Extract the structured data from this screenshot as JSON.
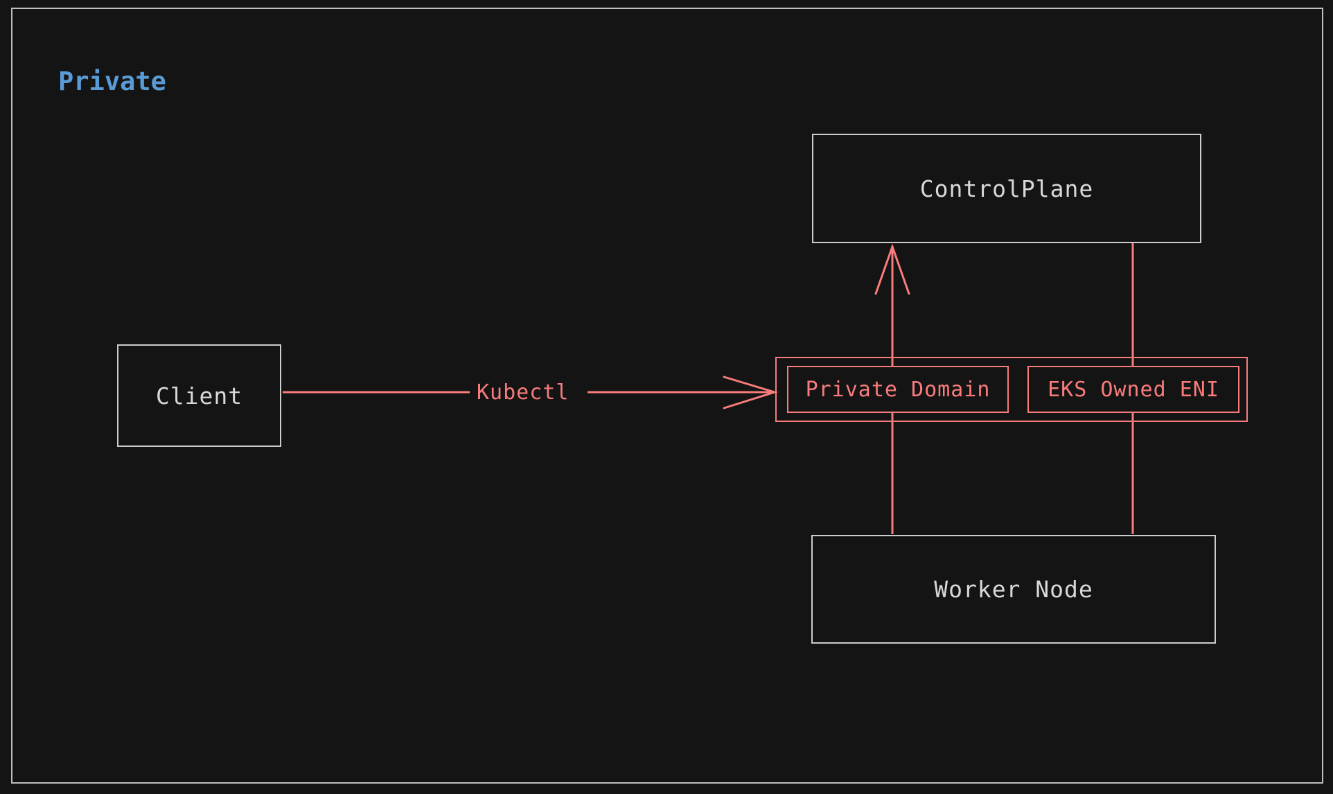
{
  "diagram": {
    "type": "network-architecture-diagram",
    "title": "Private",
    "title_color": "#5b9bd5",
    "background_color": "#141414",
    "node_border_color": "#cccccc",
    "node_text_color": "#d8d8d8",
    "accent_color": "#f87c7c",
    "nodes": [
      {
        "id": "controlplane",
        "label": "ControlPlane",
        "style": "plain-box"
      },
      {
        "id": "client",
        "label": "Client",
        "style": "plain-box"
      },
      {
        "id": "worker",
        "label": "Worker Node",
        "style": "plain-box"
      }
    ],
    "group": {
      "id": "eks-group",
      "style": "accent-box",
      "members": [
        {
          "id": "private-domain",
          "label": "Private Domain"
        },
        {
          "id": "eks-owned-eni",
          "label": "EKS Owned ENI"
        }
      ]
    },
    "edges": [
      {
        "id": "client-to-private-domain",
        "from": "client",
        "to": "private-domain",
        "label": "Kubectl",
        "arrow": "open-arrow-right",
        "color": "#f87c7c"
      },
      {
        "id": "private-domain-to-controlplane",
        "from": "private-domain",
        "to": "controlplane",
        "label": "",
        "arrow": "open-arrow-up",
        "color": "#f87c7c"
      },
      {
        "id": "worker-to-private-domain",
        "from": "worker",
        "to": "private-domain",
        "label": "",
        "arrow": "none",
        "color": "#f87c7c"
      },
      {
        "id": "worker-to-eks-owned-eni",
        "from": "worker",
        "to": "eks-owned-eni",
        "label": "",
        "arrow": "none",
        "color": "#f87c7c"
      },
      {
        "id": "eks-owned-eni-to-controlplane",
        "from": "eks-owned-eni",
        "to": "controlplane",
        "label": "",
        "arrow": "none",
        "color": "#f87c7c"
      }
    ]
  }
}
